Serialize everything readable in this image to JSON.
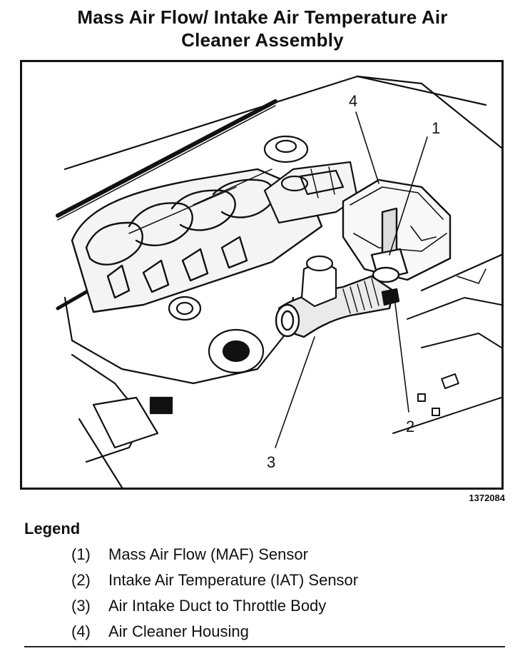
{
  "title": {
    "line1": "Mass Air Flow/ Intake Air Temperature Air",
    "line2": "Cleaner Assembly"
  },
  "figure": {
    "id": "1372084",
    "callouts": [
      "1",
      "2",
      "3",
      "4"
    ]
  },
  "legend": {
    "heading": "Legend",
    "items": [
      {
        "num": "(1)",
        "text": "Mass Air Flow (MAF) Sensor"
      },
      {
        "num": "(2)",
        "text": "Intake Air Temperature (IAT) Sensor"
      },
      {
        "num": "(3)",
        "text": "Air Intake Duct to Throttle Body"
      },
      {
        "num": "(4)",
        "text": "Air Cleaner Housing"
      }
    ]
  }
}
